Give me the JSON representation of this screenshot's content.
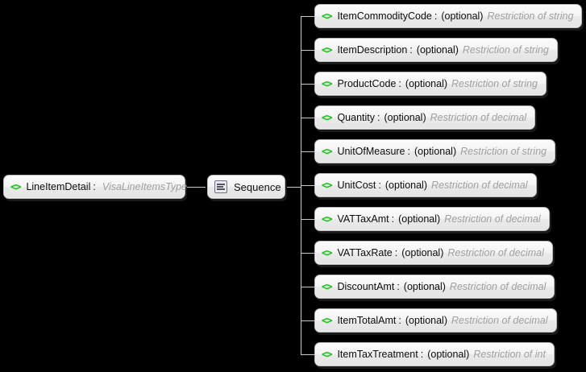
{
  "diagram": {
    "kind": "xsd-schema-tree",
    "background_color": "#000000",
    "accent_color": "#19c219",
    "type_text_color": "#a0a0a0",
    "connector_color": "#c9c9c9",
    "optional_label": "(optional)",
    "name_type_separator": ":",
    "element_icon": "code-angle-brackets-icon",
    "element_icon_glyph": "<>",
    "sequence_icon": "sequence-compositor-icon"
  },
  "root": {
    "name": "LineItemDetail",
    "type": "VisaLineItemsType",
    "icon": "code-angle-brackets-icon"
  },
  "compositor": {
    "label": "Sequence",
    "icon": "sequence-compositor-icon"
  },
  "children": [
    {
      "name": "ItemCommodityCode",
      "occurrence": "(optional)",
      "type": "Restriction of string"
    },
    {
      "name": "ItemDescription",
      "occurrence": "(optional)",
      "type": "Restriction of string"
    },
    {
      "name": "ProductCode",
      "occurrence": "(optional)",
      "type": "Restriction of string"
    },
    {
      "name": "Quantity",
      "occurrence": "(optional)",
      "type": "Restriction of decimal"
    },
    {
      "name": "UnitOfMeasure",
      "occurrence": "(optional)",
      "type": "Restriction of string"
    },
    {
      "name": "UnitCost",
      "occurrence": "(optional)",
      "type": "Restriction of decimal"
    },
    {
      "name": "VATTaxAmt",
      "occurrence": "(optional)",
      "type": "Restriction of decimal"
    },
    {
      "name": "VATTaxRate",
      "occurrence": "(optional)",
      "type": "Restriction of decimal"
    },
    {
      "name": "DiscountAmt",
      "occurrence": "(optional)",
      "type": "Restriction of decimal"
    },
    {
      "name": "ItemTotalAmt",
      "occurrence": "(optional)",
      "type": "Restriction of decimal"
    },
    {
      "name": "ItemTaxTreatment",
      "occurrence": "(optional)",
      "type": "Restriction of int"
    }
  ]
}
